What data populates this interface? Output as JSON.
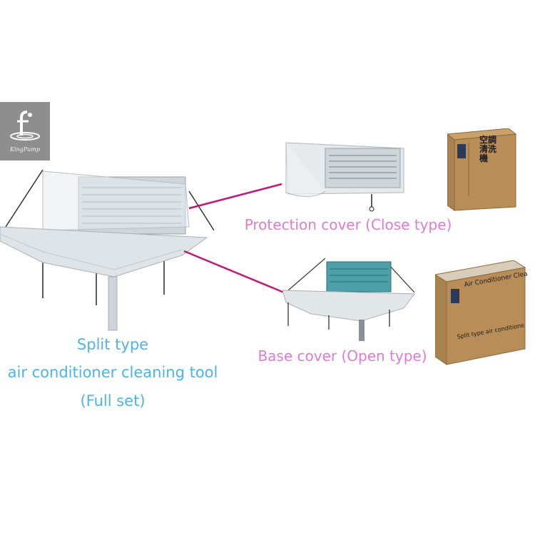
{
  "logo": {
    "brand": "KingPump",
    "icon": "droplet-f-logo-icon"
  },
  "main_product": {
    "title_line1": "Split type",
    "title_line2": "air conditioner cleaning tool",
    "title_line3": "(Full set)"
  },
  "variants": [
    {
      "label": "Protection cover (Close type)"
    },
    {
      "label": "Base cover (Open type)"
    }
  ],
  "packages": [
    {
      "chinese_title": "空調清洗機",
      "note": ""
    },
    {
      "title": "Air Conditioner Cleaning Tool",
      "subtitle": "Split type air conditioner cleaning tool"
    }
  ],
  "colors": {
    "connector": "#c2187a",
    "variant_label": "#e07ad6",
    "main_label": "#4db3e8",
    "logo_bg": "#8e8e8e"
  }
}
